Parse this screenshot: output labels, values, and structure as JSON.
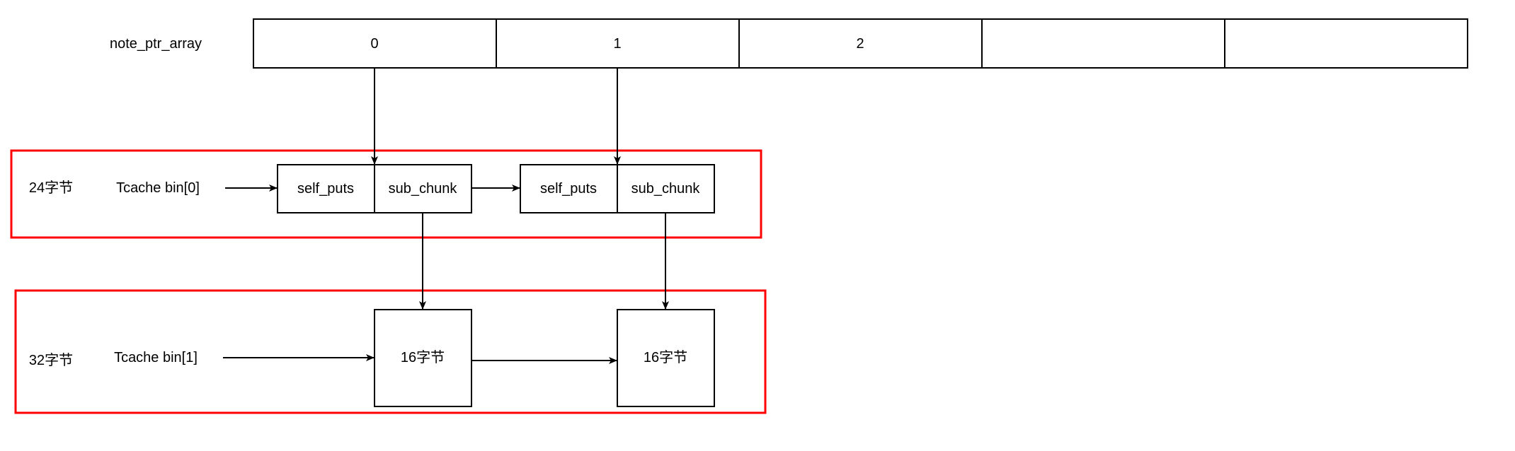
{
  "array": {
    "name": "note_ptr_array",
    "cells": [
      "0",
      "1",
      "2",
      "",
      ""
    ]
  },
  "bin0": {
    "size_label": "24字节",
    "title": "Tcache bin[0]",
    "chunk1": {
      "left": "self_puts",
      "right": "sub_chunk"
    },
    "chunk2": {
      "left": "self_puts",
      "right": "sub_chunk"
    }
  },
  "bin1": {
    "size_label": "32字节",
    "title": "Tcache bin[1]",
    "chunk1": "16字节",
    "chunk2": "16字节"
  },
  "colors": {
    "border_highlight": "#ff0000",
    "stroke": "#000000",
    "background": "#ffffff"
  }
}
